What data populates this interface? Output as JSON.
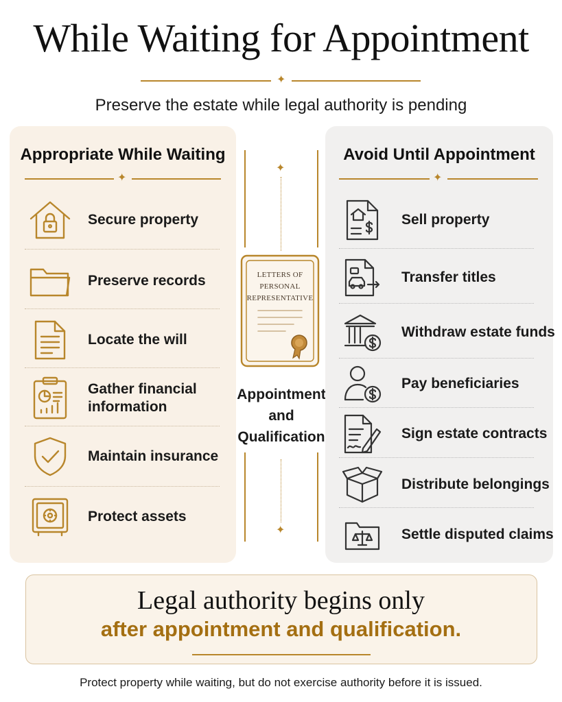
{
  "header": {
    "title": "While Waiting for Appointment",
    "subtitle": "Preserve the estate while legal authority is pending"
  },
  "left_panel": {
    "heading": "Appropriate While Waiting",
    "items": [
      {
        "label": "Secure property",
        "icon": "house-lock-icon"
      },
      {
        "label": "Preserve records",
        "icon": "folder-icon"
      },
      {
        "label": "Locate the will",
        "icon": "document-icon"
      },
      {
        "label": "Gather financial information",
        "icon": "clipboard-chart-icon"
      },
      {
        "label": "Maintain insurance",
        "icon": "shield-check-icon"
      },
      {
        "label": "Protect assets",
        "icon": "safe-icon"
      }
    ]
  },
  "right_panel": {
    "heading": "Avoid Until Appointment",
    "items": [
      {
        "label": "Sell property",
        "icon": "house-document-dollar-icon"
      },
      {
        "label": "Transfer titles",
        "icon": "car-title-transfer-icon"
      },
      {
        "label": "Withdraw estate funds",
        "icon": "bank-dollar-icon"
      },
      {
        "label": "Pay beneficiaries",
        "icon": "person-dollar-icon"
      },
      {
        "label": "Sign estate contracts",
        "icon": "contract-pen-icon"
      },
      {
        "label": "Distribute belongings",
        "icon": "open-box-icon"
      },
      {
        "label": "Settle disputed claims",
        "icon": "folder-scales-icon"
      }
    ]
  },
  "center": {
    "certificate_lines": [
      "LETTERS OF",
      "PERSONAL",
      "REPRESENTATIVE"
    ],
    "caption_lines": [
      "Appointment",
      "and",
      "Qualification"
    ]
  },
  "callout": {
    "line1": "Legal authority begins only",
    "line2": "after appointment and qualification."
  },
  "footer": "Protect property while waiting, but do not exercise authority before it is issued.",
  "colors": {
    "accent_gold": "#b8862b",
    "callout_text_gold": "#a46f12",
    "left_panel_bg": "#f9f1e7",
    "right_panel_bg": "#f1f0ef"
  }
}
